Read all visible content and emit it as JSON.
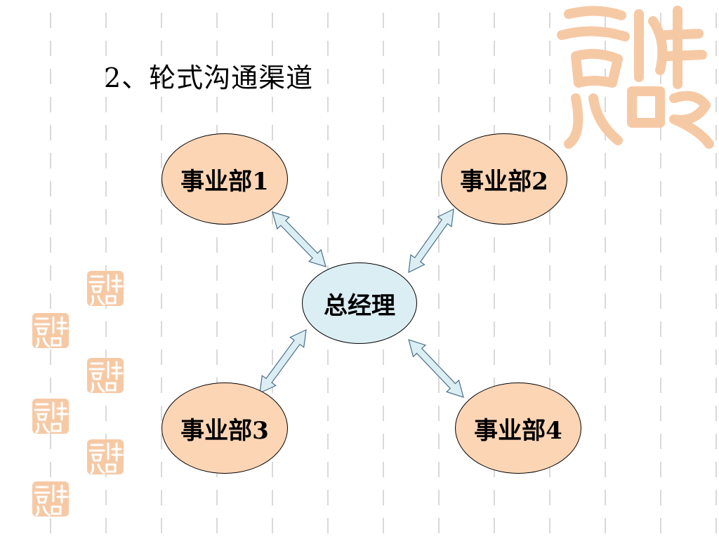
{
  "title": "2、轮式沟通渠道",
  "diagram": {
    "center": {
      "label": "总经理"
    },
    "departments": [
      {
        "label": "事业部1"
      },
      {
        "label": "事业部2"
      },
      {
        "label": "事业部3"
      },
      {
        "label": "事业部4"
      }
    ]
  },
  "colors": {
    "department_fill": "#fcd5b5",
    "center_fill": "#dbeef4",
    "arrow_fill": "#dbeef4",
    "seal_color": "#f6c9a5"
  },
  "decorations": {
    "seal_icon": "auspicious-seal-icon"
  }
}
